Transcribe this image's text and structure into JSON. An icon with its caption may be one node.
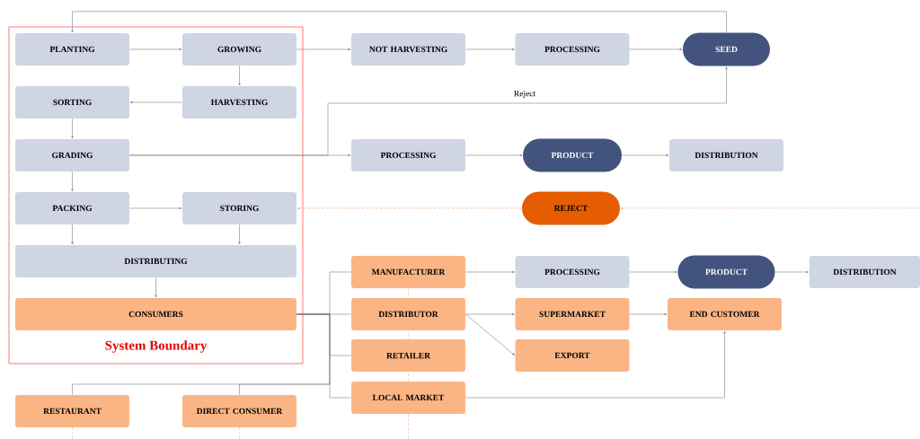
{
  "diagram": {
    "nodes": [
      {
        "text": [
          "System Boundary"
        ]
      },
      {
        "text": [
          "PLANTING"
        ],
        "in": 0
      },
      {
        "text": [
          "GROWING"
        ],
        "in": 0
      },
      {
        "text": [
          "NOT HARVESTING"
        ]
      },
      {
        "text": [
          "PROCESSING"
        ]
      },
      {
        "text": [
          "SEED"
        ]
      },
      {
        "text": [
          "SORTING"
        ],
        "in": 0
      },
      {
        "text": [
          "HARVESTING"
        ],
        "in": 0
      },
      {
        "text": [
          "GRADING"
        ],
        "in": 0
      },
      {
        "text": [
          "PROCESSING"
        ]
      },
      {
        "text": [
          "PRODUCT"
        ]
      },
      {
        "text": [
          "DISTRIBUTION"
        ]
      },
      {
        "text": [
          "PACKING"
        ],
        "in": 0
      },
      {
        "text": [
          "STORING"
        ],
        "in": 0
      },
      {
        "text": [
          "REJECT"
        ]
      },
      {
        "text": [
          "DISTRIBUTING"
        ],
        "in": 0
      },
      {
        "text": [
          "CONSUMERS"
        ],
        "in": 0
      },
      {
        "text": [
          "MANUFACTURER"
        ]
      },
      {
        "text": [
          "PROCESSING"
        ]
      },
      {
        "text": [
          "PRODUCT"
        ]
      },
      {
        "text": [
          "DISTRIBUTION"
        ]
      },
      {
        "text": [
          "DISTRIBUTOR"
        ]
      },
      {
        "text": [
          "SUPERMARKET"
        ]
      },
      {
        "text": [
          "END CUSTOMER"
        ]
      },
      {
        "text": [
          "RETAILER"
        ]
      },
      {
        "text": [
          "EXPORT"
        ]
      },
      {
        "text": [
          "RESTAURANT"
        ]
      },
      {
        "text": [
          "DIRECT CONSUMER"
        ]
      },
      {
        "text": [
          "LOCAL MARKET"
        ]
      }
    ],
    "edges": [
      {
        "from": 1,
        "to": 2,
        "arrow": "to"
      },
      {
        "from": 2,
        "to": 3,
        "arrow": "to"
      },
      {
        "from": 3,
        "to": 4,
        "arrow": "to"
      },
      {
        "from": 4,
        "to": 5,
        "arrow": "to"
      },
      {
        "from": 5,
        "to": 1,
        "arrow": "to"
      },
      {
        "from": 2,
        "to": 7,
        "arrow": "to"
      },
      {
        "from": 7,
        "to": 6,
        "arrow": "to"
      },
      {
        "from": 6,
        "to": 8,
        "arrow": "to"
      },
      {
        "from": 8,
        "to": 9,
        "arrow": "to"
      },
      {
        "from": 8,
        "to": 5,
        "arrow": "to",
        "label": "Reject"
      },
      {
        "from": 9,
        "to": 10,
        "arrow": "to"
      },
      {
        "from": 10,
        "to": 11,
        "arrow": "to"
      },
      {
        "from": 8,
        "to": 12,
        "arrow": "to"
      },
      {
        "from": 12,
        "to": 13,
        "arrow": "to"
      },
      {
        "from": 12,
        "to": 15,
        "arrow": "to"
      },
      {
        "from": 13,
        "to": 15,
        "arrow": "to"
      },
      {
        "from": 15,
        "to": 16,
        "arrow": "to"
      },
      {
        "from": 14,
        "to": 13,
        "arrow": "to",
        "style": "dashed",
        "color": "#f4a46a"
      },
      {
        "from": null,
        "to": 14,
        "arrow": "to",
        "style": "dashed",
        "color": "#f4a46a"
      },
      {
        "from": 16,
        "to": 17,
        "arrow": "none"
      },
      {
        "from": 16,
        "to": 21,
        "arrow": "none"
      },
      {
        "from": 16,
        "to": 24,
        "arrow": "none"
      },
      {
        "from": 16,
        "to": 28,
        "arrow": "none"
      },
      {
        "from": 16,
        "to": 26,
        "arrow": "none"
      },
      {
        "from": 16,
        "to": 27,
        "arrow": "none"
      },
      {
        "from": 17,
        "to": 18,
        "arrow": "to"
      },
      {
        "from": 18,
        "to": 19,
        "arrow": "to"
      },
      {
        "from": 19,
        "to": 20,
        "arrow": "to"
      },
      {
        "from": 21,
        "to": 22,
        "arrow": "to"
      },
      {
        "from": 21,
        "to": 25,
        "arrow": "to"
      },
      {
        "from": 22,
        "to": 23,
        "arrow": "to"
      },
      {
        "from": 28,
        "to": 23,
        "arrow": "to"
      }
    ]
  }
}
